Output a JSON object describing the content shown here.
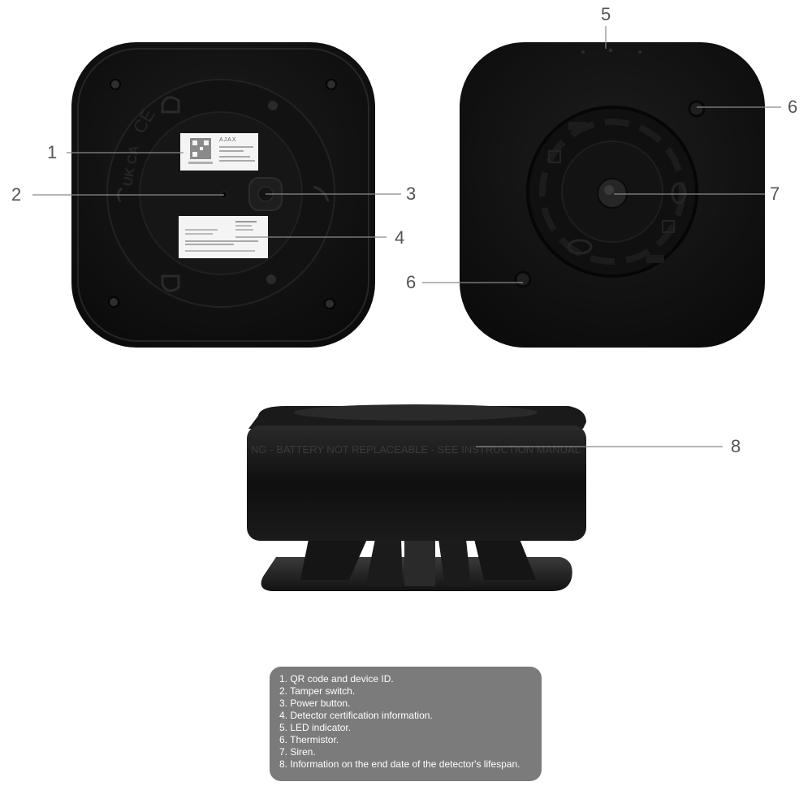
{
  "callouts": {
    "c1": "1",
    "c2": "2",
    "c3": "3",
    "c4": "4",
    "c5": "5",
    "c6a": "6",
    "c6b": "6",
    "c7": "7",
    "c8": "8"
  },
  "device_text": {
    "brand": "AJAX",
    "ce_mark": "CE",
    "ukca_mark": "UK CA",
    "side_warning": "NG - BATTERY NOT REPLACEABLE - SEE INSTRUCTION MANUAL"
  },
  "legend": {
    "items": [
      "1. QR code and device ID.",
      "2. Tamper switch.",
      "3. Power button.",
      "4. Detector certification information.",
      "5. LED indicator.",
      "6. Thermistor.",
      "7. Siren.",
      "8. Information on the end date of the detector's lifespan."
    ]
  },
  "colors": {
    "device_body": "#141414",
    "leader_line": "#8a8a8a",
    "legend_bg": "#7b7b7b",
    "legend_text": "#ffffff"
  }
}
